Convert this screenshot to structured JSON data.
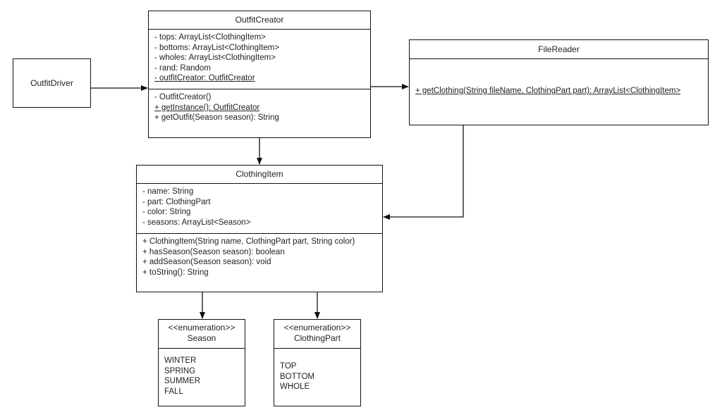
{
  "outfit_driver": {
    "name": "OutfitDriver"
  },
  "outfit_creator": {
    "name": "OutfitCreator",
    "attributes": [
      {
        "text": "- tops: ArrayList<ClothingItem>",
        "static": false
      },
      {
        "text": "- bottoms: ArrayList<ClothingItem>",
        "static": false
      },
      {
        "text": "- wholes: ArrayList<ClothingItem>",
        "static": false
      },
      {
        "text": "- rand: Random",
        "static": false
      },
      {
        "text": "- outfitCreator: OutfitCreator",
        "static": true
      }
    ],
    "methods": [
      {
        "text": "- OutfitCreator()",
        "static": false
      },
      {
        "text": "+ getInstance(): OutfitCreator",
        "static": true
      },
      {
        "text": "+ getOutfit(Season season): String",
        "static": false
      }
    ]
  },
  "file_reader": {
    "name": "FileReader",
    "methods": [
      {
        "text": "+ getClothing(String fileName, ClothingPart part): ArrayList<ClothingItem>",
        "static": true
      }
    ]
  },
  "clothing_item": {
    "name": "ClothingItem",
    "attributes": [
      "- name: String",
      "- part: ClothingPart",
      "- color: String",
      "- seasons: ArrayList<Season>"
    ],
    "methods": [
      "+ ClothingItem(String name, ClothingPart part, String color)",
      "+ hasSeason(Season season): boolean",
      "+ addSeason(Season season): void",
      "+ toString(): String"
    ]
  },
  "season": {
    "stereotype": "<<enumeration>>",
    "name": "Season",
    "values": [
      "WINTER",
      "SPRING",
      "SUMMER",
      "FALL"
    ]
  },
  "clothing_part": {
    "stereotype": "<<enumeration>>",
    "name": "ClothingPart",
    "values": [
      "TOP",
      "BOTTOM",
      "WHOLE"
    ]
  }
}
